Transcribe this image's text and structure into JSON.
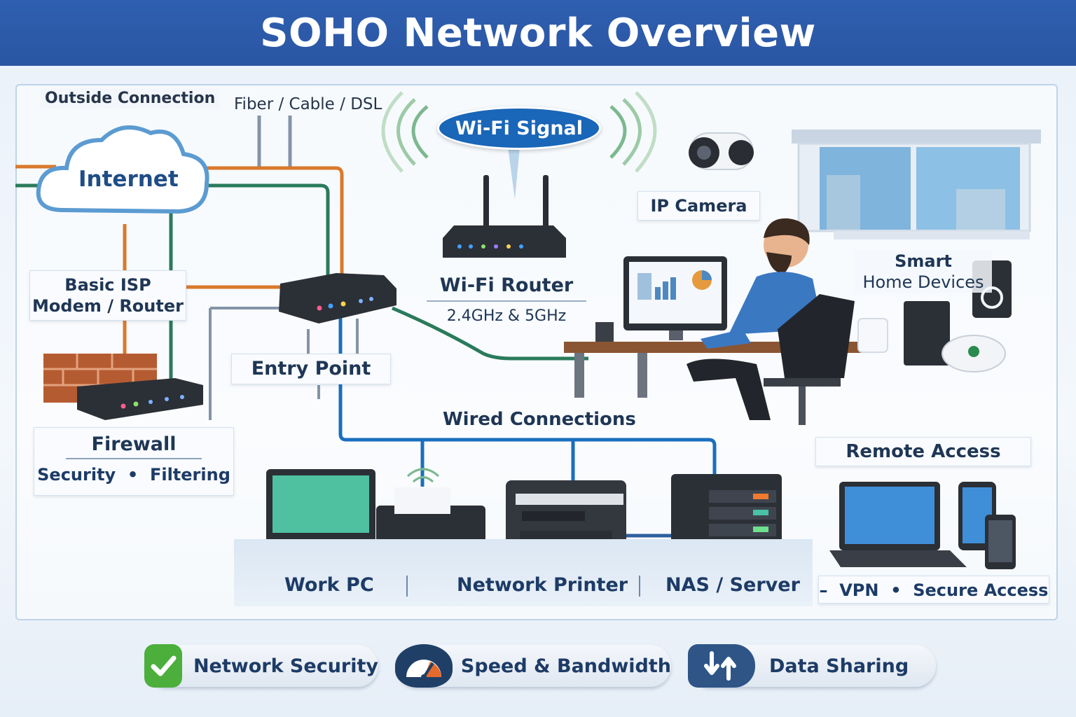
{
  "title": "SOHO Network Overview",
  "outside_connection": "Outside Connection",
  "line_types": "Fiber / Cable / DSL",
  "internet": "Internet",
  "wifi_signal": "Wi-Fi Signal",
  "ip_camera": "IP Camera",
  "isp_modem": {
    "line1": "Basic ISP",
    "line2": "Modem / Router"
  },
  "entry_point": "Entry Point",
  "wifi_router": {
    "name": "Wi-Fi Router",
    "bands": "2.4GHz & 5GHz"
  },
  "smart_home": {
    "line1": "Smart",
    "line2": "Home Devices"
  },
  "firewall": {
    "name": "Firewall",
    "detail": "Security  •  Filtering"
  },
  "wired_connections": "Wired Connections",
  "remote_access": {
    "name": "Remote Access",
    "detail": "–  VPN  •  Secure Access"
  },
  "devices": {
    "work_pc": "Work PC",
    "printer": "Network Printer",
    "nas": "NAS / Server"
  },
  "features": [
    {
      "label": "Network Security",
      "icon": "checkmark-icon",
      "color": "#4caf3c"
    },
    {
      "label": "Speed & Bandwidth",
      "icon": "speedometer-icon",
      "color": "#1f3f66"
    },
    {
      "label": "Data Sharing",
      "icon": "up-down-arrows-icon",
      "color": "#2f5587"
    }
  ],
  "colors": {
    "title_bar": "#2f5fb0",
    "fiber_orange": "#d9792d",
    "cable_green": "#2a7a5c",
    "wired_blue": "#1a6fbe",
    "gray_line": "#8394a8"
  }
}
